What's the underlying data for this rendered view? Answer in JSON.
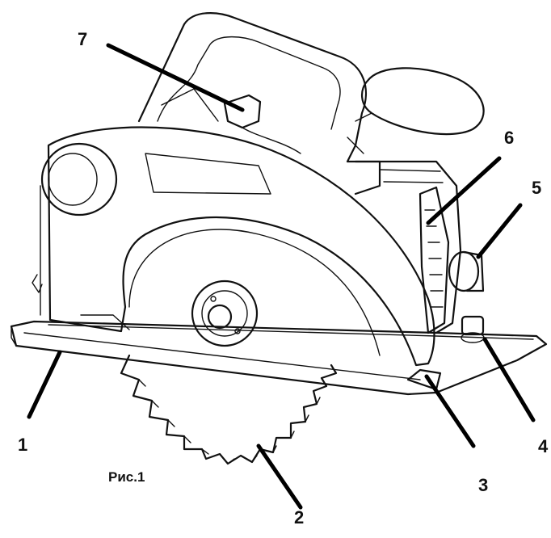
{
  "figure": {
    "caption": "Рис.1",
    "callouts": [
      {
        "id": 1,
        "label": "1"
      },
      {
        "id": 2,
        "label": "2"
      },
      {
        "id": 3,
        "label": "3"
      },
      {
        "id": 4,
        "label": "4"
      },
      {
        "id": 5,
        "label": "5"
      },
      {
        "id": 6,
        "label": "6"
      },
      {
        "id": 7,
        "label": "7"
      }
    ]
  },
  "colors": {
    "line": "#111111",
    "background": "#ffffff"
  }
}
